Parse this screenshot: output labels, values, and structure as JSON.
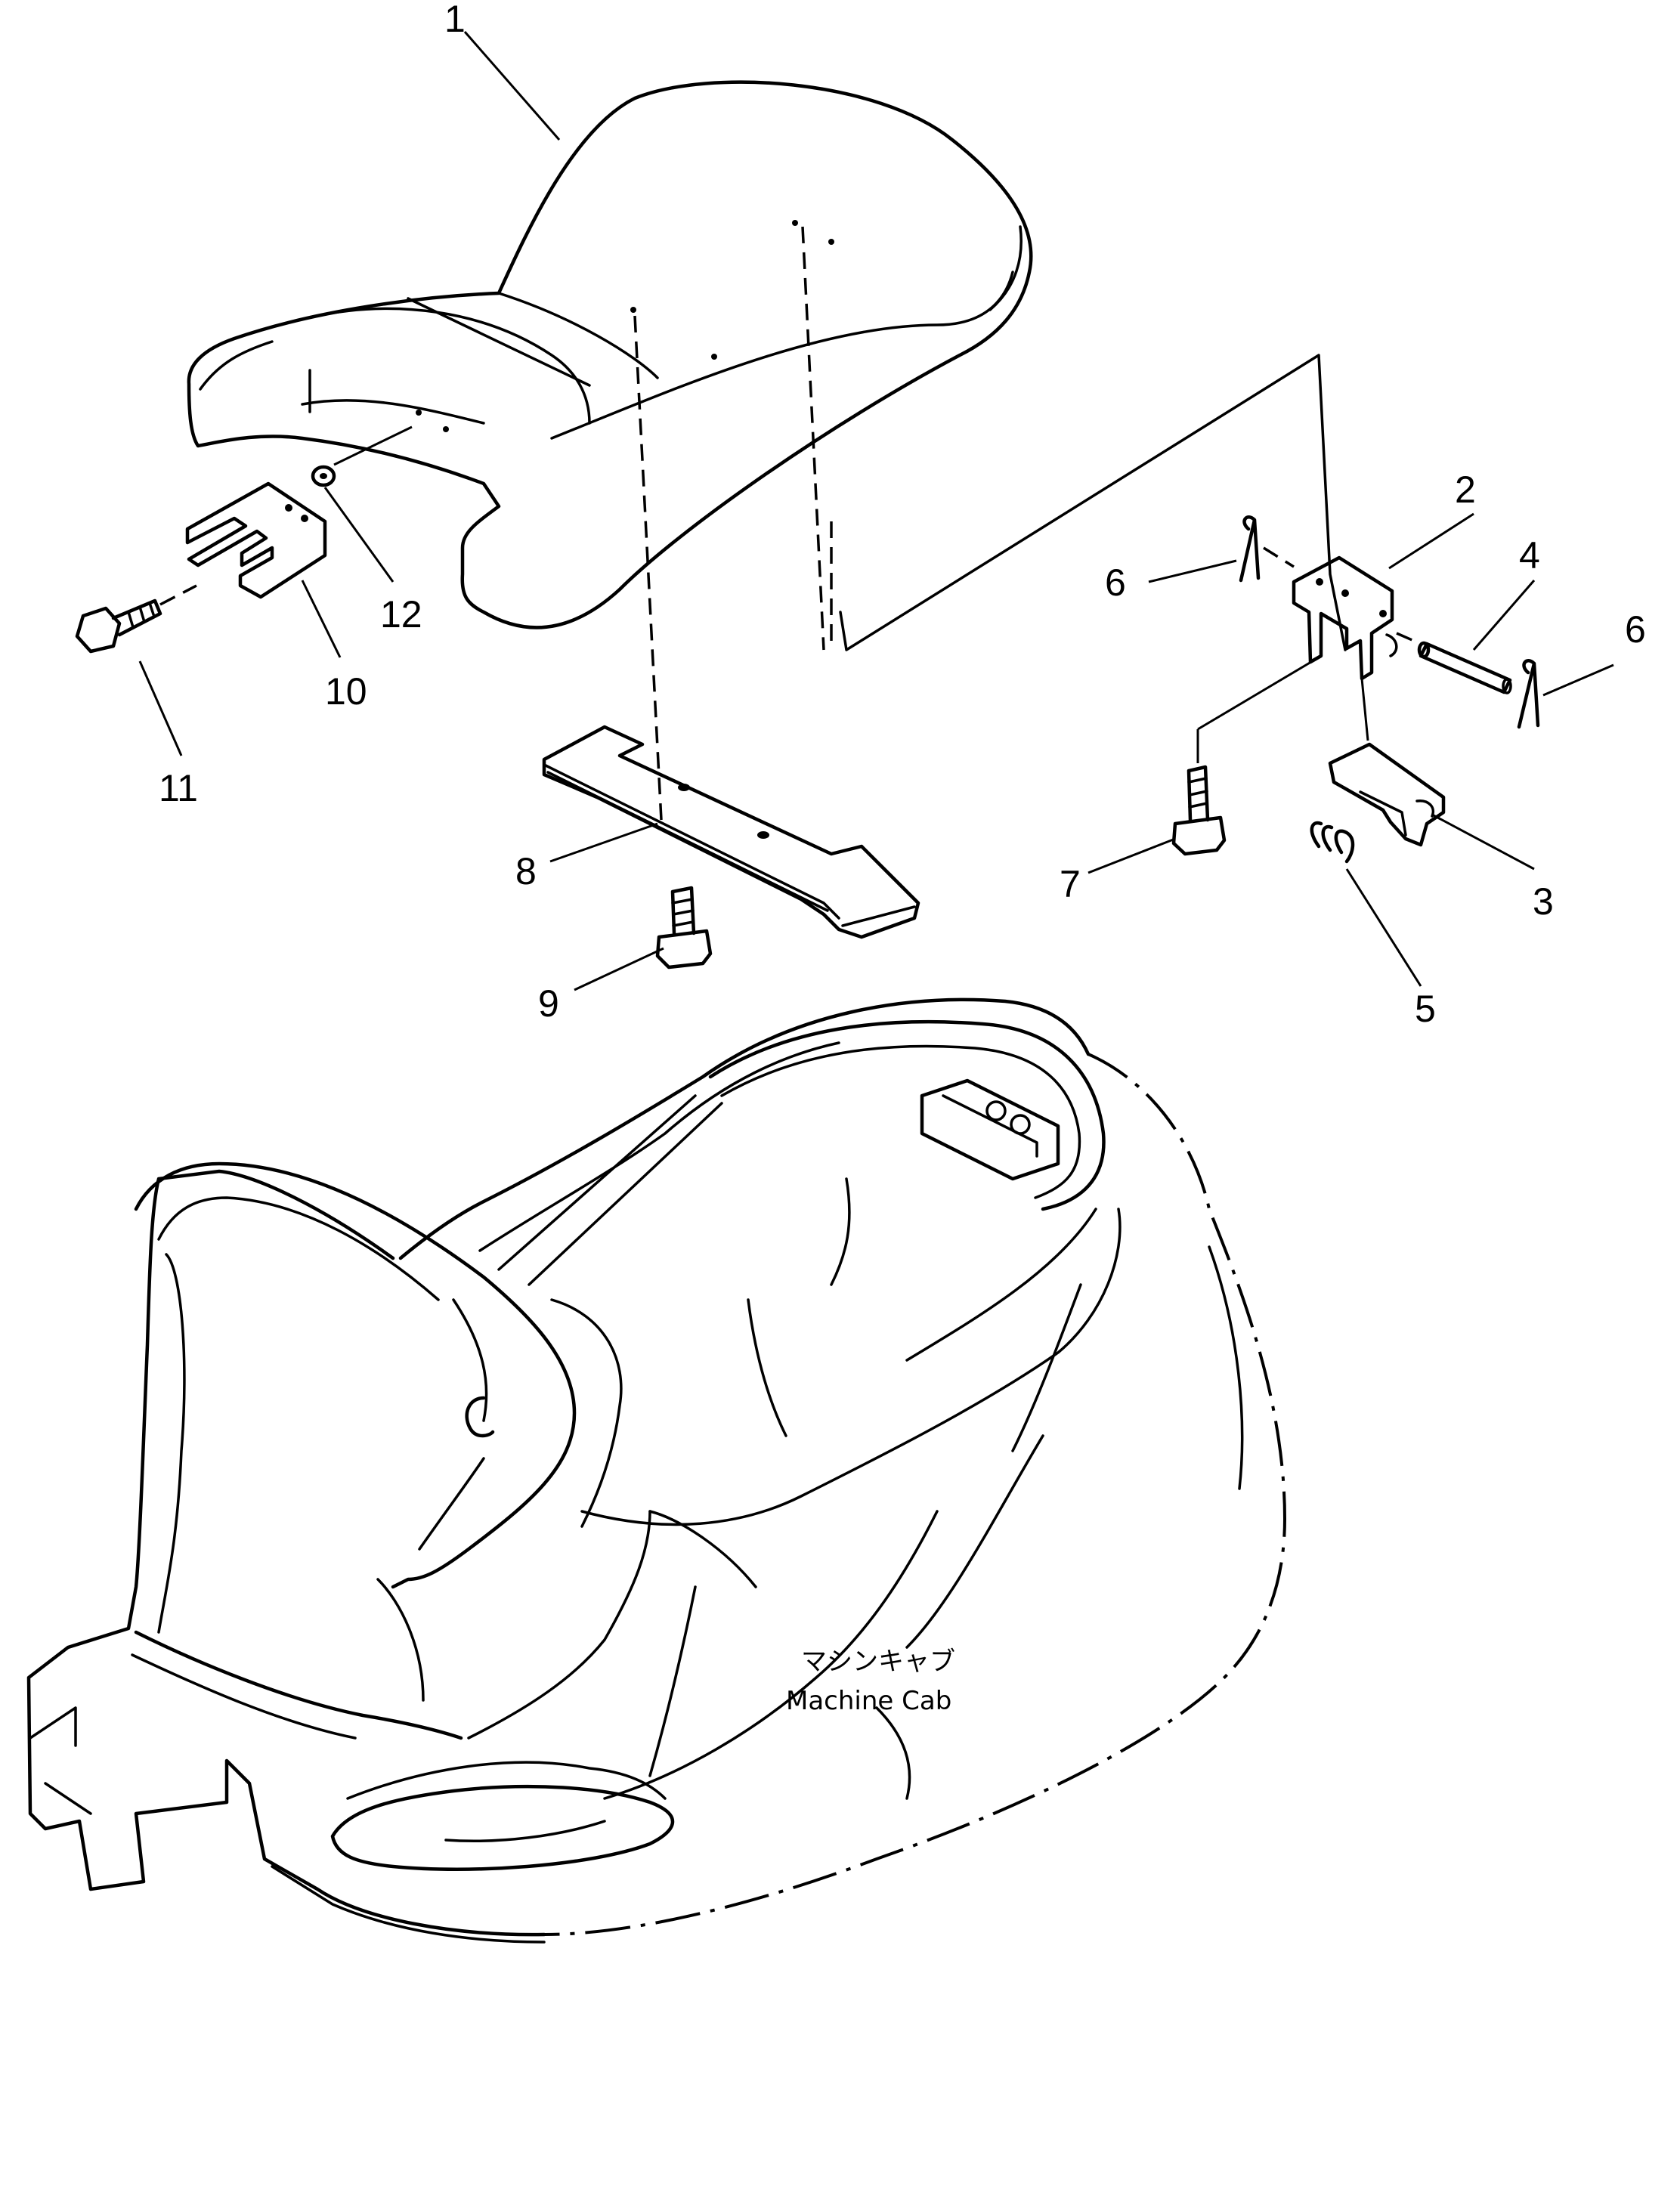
{
  "diagram": {
    "callouts": [
      "1",
      "2",
      "3",
      "4",
      "5",
      "6",
      "6",
      "7",
      "8",
      "9",
      "10",
      "11",
      "12"
    ],
    "cab_label_jp": "マシンキャブ",
    "cab_label_en": "Machine Cab"
  }
}
